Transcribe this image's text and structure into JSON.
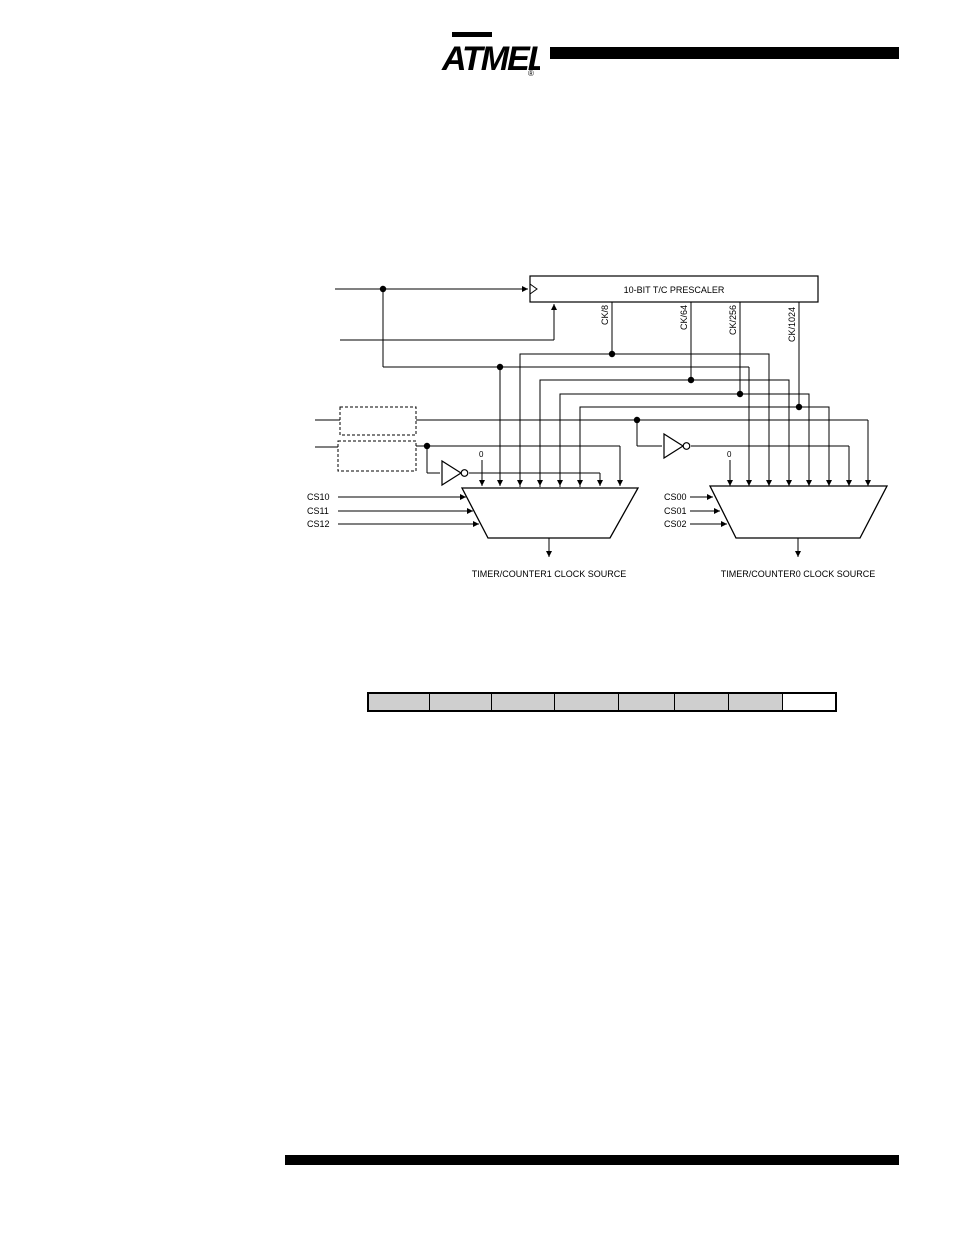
{
  "header": {
    "logo": {
      "text": "ATMEL",
      "registered_mark": "®"
    }
  },
  "diagram": {
    "prescaler_label": "10-BIT T/C PRESCALER",
    "taps": [
      "CK/8",
      "CK/64",
      "CK/256",
      "CK/1024"
    ],
    "zero_label_1": "0",
    "zero_label_0": "0",
    "select_lines_1": [
      "CS10",
      "CS11",
      "CS12"
    ],
    "select_lines_0": [
      "CS00",
      "CS01",
      "CS02"
    ],
    "output_1": "TIMER/COUNTER1 CLOCK SOURCE",
    "output_0": "TIMER/COUNTER0 CLOCK SOURCE"
  },
  "register_table": {
    "cells": [
      "",
      "",
      "",
      "",
      "",
      "",
      "",
      ""
    ],
    "colors": {
      "filled": "#cfcfcf",
      "empty": "#ffffff"
    }
  }
}
